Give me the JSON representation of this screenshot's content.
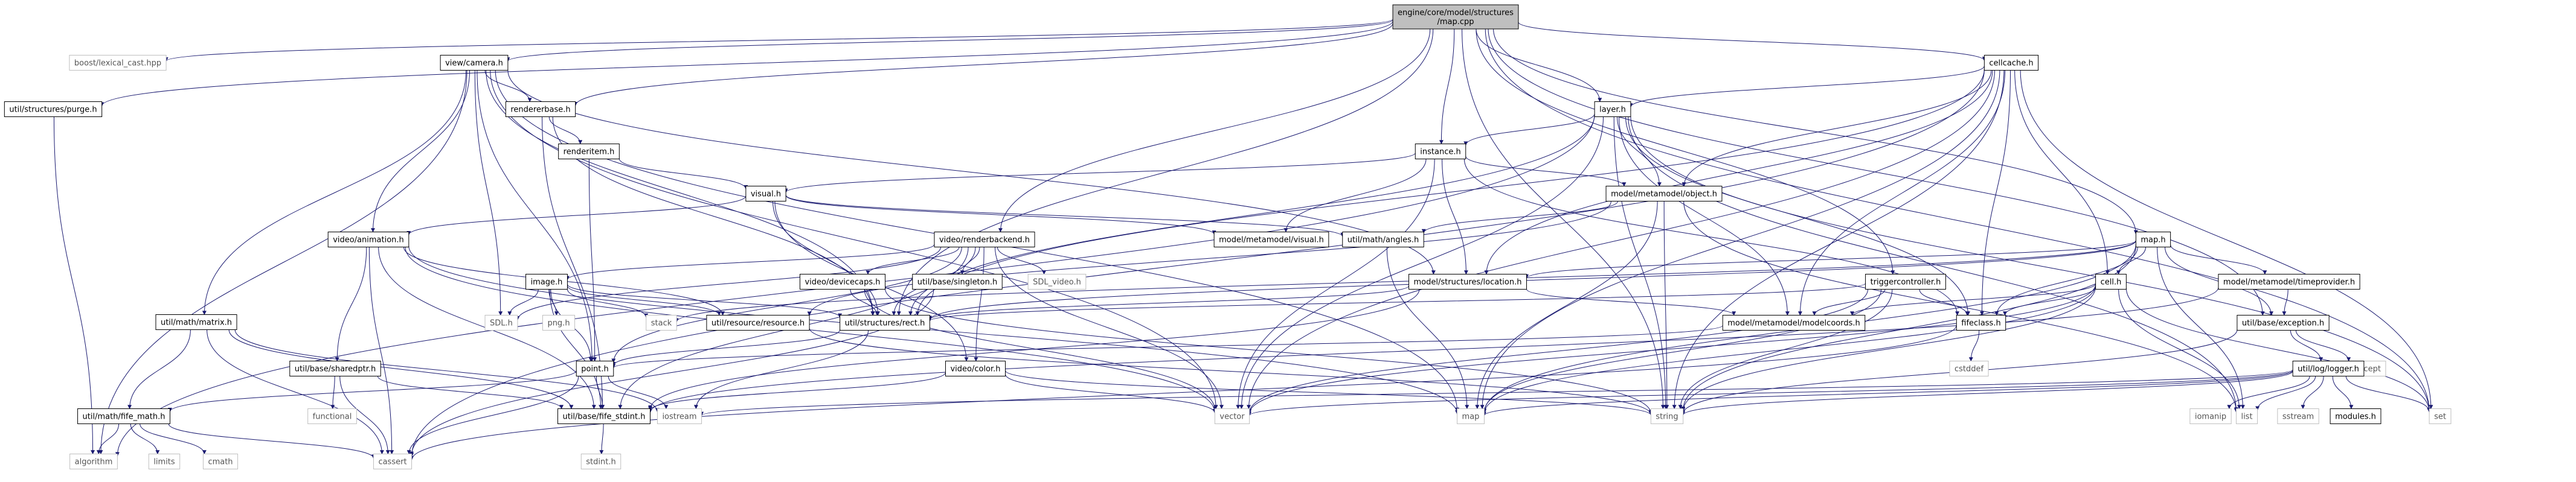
{
  "diagram": {
    "colors": {
      "edge": "#191970",
      "root_fill": "#bfbfbf",
      "node_border": "#000000",
      "external_border": "#bfbfbf"
    },
    "nodes": [
      {
        "id": "root",
        "lines": [
          "engine/core/model/structures",
          "/map.cpp"
        ],
        "kind": "root"
      },
      {
        "id": "lexical_cast",
        "lines": [
          "boost/lexical_cast.hpp"
        ],
        "kind": "gray"
      },
      {
        "id": "purge",
        "lines": [
          "util/structures/purge.h"
        ],
        "kind": "normal"
      },
      {
        "id": "camera",
        "lines": [
          "view/camera.h"
        ],
        "kind": "normal"
      },
      {
        "id": "rendererbase",
        "lines": [
          "rendererbase.h"
        ],
        "kind": "normal"
      },
      {
        "id": "renderitem",
        "lines": [
          "renderitem.h"
        ],
        "kind": "normal"
      },
      {
        "id": "visual",
        "lines": [
          "visual.h"
        ],
        "kind": "normal"
      },
      {
        "id": "animation",
        "lines": [
          "video/animation.h"
        ],
        "kind": "normal"
      },
      {
        "id": "matrix",
        "lines": [
          "util/math/matrix.h"
        ],
        "kind": "normal"
      },
      {
        "id": "fife_math",
        "lines": [
          "util/math/fife_math.h"
        ],
        "kind": "normal"
      },
      {
        "id": "algorithm",
        "lines": [
          "algorithm"
        ],
        "kind": "gray"
      },
      {
        "id": "limits",
        "lines": [
          "limits"
        ],
        "kind": "gray"
      },
      {
        "id": "cmath",
        "lines": [
          "cmath"
        ],
        "kind": "gray"
      },
      {
        "id": "cassert",
        "lines": [
          "cassert"
        ],
        "kind": "gray"
      },
      {
        "id": "sharedptr",
        "lines": [
          "util/base/sharedptr.h"
        ],
        "kind": "normal"
      },
      {
        "id": "functional",
        "lines": [
          "functional"
        ],
        "kind": "gray"
      },
      {
        "id": "point",
        "lines": [
          "point.h"
        ],
        "kind": "normal"
      },
      {
        "id": "fife_stdint",
        "lines": [
          "util/base/fife_stdint.h"
        ],
        "kind": "normal"
      },
      {
        "id": "stdint",
        "lines": [
          "stdint.h"
        ],
        "kind": "gray"
      },
      {
        "id": "iostream",
        "lines": [
          "iostream"
        ],
        "kind": "gray"
      },
      {
        "id": "image",
        "lines": [
          "image.h"
        ],
        "kind": "normal"
      },
      {
        "id": "SDL_h",
        "lines": [
          "SDL.h"
        ],
        "kind": "gray"
      },
      {
        "id": "png_h",
        "lines": [
          "png.h"
        ],
        "kind": "gray"
      },
      {
        "id": "stack",
        "lines": [
          "stack"
        ],
        "kind": "gray"
      },
      {
        "id": "resource",
        "lines": [
          "util/resource/resource.h"
        ],
        "kind": "normal"
      },
      {
        "id": "rect",
        "lines": [
          "util/structures/rect.h"
        ],
        "kind": "normal"
      },
      {
        "id": "renderbackend",
        "lines": [
          "video/renderbackend.h"
        ],
        "kind": "normal"
      },
      {
        "id": "devicecaps",
        "lines": [
          "video/devicecaps.h"
        ],
        "kind": "normal"
      },
      {
        "id": "singleton",
        "lines": [
          "util/base/singleton.h"
        ],
        "kind": "normal"
      },
      {
        "id": "SDL_video",
        "lines": [
          "SDL_video.h"
        ],
        "kind": "gray"
      },
      {
        "id": "color",
        "lines": [
          "video/color.h"
        ],
        "kind": "normal"
      },
      {
        "id": "vector",
        "lines": [
          "vector"
        ],
        "kind": "gray"
      },
      {
        "id": "map_std",
        "lines": [
          "map"
        ],
        "kind": "gray"
      },
      {
        "id": "string",
        "lines": [
          "string"
        ],
        "kind": "gray"
      },
      {
        "id": "instance",
        "lines": [
          "instance.h"
        ],
        "kind": "normal"
      },
      {
        "id": "layer",
        "lines": [
          "layer.h"
        ],
        "kind": "normal"
      },
      {
        "id": "mm_visual",
        "lines": [
          "model/metamodel/visual.h"
        ],
        "kind": "normal"
      },
      {
        "id": "object",
        "lines": [
          "model/metamodel/object.h"
        ],
        "kind": "normal"
      },
      {
        "id": "angles",
        "lines": [
          "util/math/angles.h"
        ],
        "kind": "normal"
      },
      {
        "id": "location",
        "lines": [
          "model/structures/location.h"
        ],
        "kind": "normal"
      },
      {
        "id": "modelcoords",
        "lines": [
          "model/metamodel/modelcoords.h"
        ],
        "kind": "normal"
      },
      {
        "id": "cellcache",
        "lines": [
          "cellcache.h"
        ],
        "kind": "normal"
      },
      {
        "id": "triggercontroller",
        "lines": [
          "triggercontroller.h"
        ],
        "kind": "normal"
      },
      {
        "id": "fifeclass",
        "lines": [
          "fifeclass.h"
        ],
        "kind": "normal"
      },
      {
        "id": "cstddef",
        "lines": [
          "cstddef"
        ],
        "kind": "gray"
      },
      {
        "id": "map_h",
        "lines": [
          "map.h"
        ],
        "kind": "normal"
      },
      {
        "id": "cell",
        "lines": [
          "cell.h"
        ],
        "kind": "normal"
      },
      {
        "id": "timeprovider",
        "lines": [
          "model/metamodel/timeprovider.h"
        ],
        "kind": "normal"
      },
      {
        "id": "exception",
        "lines": [
          "util/base/exception.h"
        ],
        "kind": "normal"
      },
      {
        "id": "stdexcept",
        "lines": [
          "stdexcept"
        ],
        "kind": "gray"
      },
      {
        "id": "logger",
        "lines": [
          "util/log/logger.h"
        ],
        "kind": "normal"
      },
      {
        "id": "iomanip",
        "lines": [
          "iomanip"
        ],
        "kind": "gray"
      },
      {
        "id": "list",
        "lines": [
          "list"
        ],
        "kind": "gray"
      },
      {
        "id": "sstream",
        "lines": [
          "sstream"
        ],
        "kind": "gray"
      },
      {
        "id": "modules",
        "lines": [
          "modules.h"
        ],
        "kind": "normal"
      },
      {
        "id": "set",
        "lines": [
          "set"
        ],
        "kind": "gray"
      }
    ],
    "edges": [
      [
        "root",
        "lexical_cast"
      ],
      [
        "root",
        "purge"
      ],
      [
        "root",
        "camera"
      ],
      [
        "root",
        "rendererbase"
      ],
      [
        "root",
        "instance"
      ],
      [
        "root",
        "layer"
      ],
      [
        "root",
        "renderbackend"
      ],
      [
        "root",
        "cellcache"
      ],
      [
        "root",
        "triggercontroller"
      ],
      [
        "root",
        "map_h"
      ],
      [
        "root",
        "exception"
      ],
      [
        "root",
        "rect"
      ],
      [
        "root",
        "string"
      ],
      [
        "root",
        "set"
      ],
      [
        "purge",
        "algorithm"
      ],
      [
        "camera",
        "rendererbase"
      ],
      [
        "camera",
        "animation"
      ],
      [
        "camera",
        "matrix"
      ],
      [
        "camera",
        "location"
      ],
      [
        "camera",
        "rect"
      ],
      [
        "camera",
        "point"
      ],
      [
        "camera",
        "SDL_h"
      ],
      [
        "camera",
        "map_std"
      ],
      [
        "camera",
        "algorithm"
      ],
      [
        "camera",
        "vector"
      ],
      [
        "rendererbase",
        "renderitem"
      ],
      [
        "rendererbase",
        "rect"
      ],
      [
        "rendererbase",
        "fife_stdint"
      ],
      [
        "renderitem",
        "visual"
      ],
      [
        "renderitem",
        "point"
      ],
      [
        "visual",
        "animation"
      ],
      [
        "visual",
        "mm_visual"
      ],
      [
        "visual",
        "angles"
      ],
      [
        "visual",
        "rect"
      ],
      [
        "visual",
        "color"
      ],
      [
        "animation",
        "resource"
      ],
      [
        "animation",
        "fife_stdint"
      ],
      [
        "animation",
        "sharedptr"
      ],
      [
        "animation",
        "cassert"
      ],
      [
        "animation",
        "vector"
      ],
      [
        "animation",
        "map_std"
      ],
      [
        "matrix",
        "fife_math"
      ],
      [
        "matrix",
        "cassert"
      ],
      [
        "matrix",
        "iostream"
      ],
      [
        "matrix",
        "fife_stdint"
      ],
      [
        "fife_math",
        "algorithm"
      ],
      [
        "fife_math",
        "limits"
      ],
      [
        "fife_math",
        "cmath"
      ],
      [
        "fife_math",
        "cassert"
      ],
      [
        "sharedptr",
        "functional"
      ],
      [
        "sharedptr",
        "cassert"
      ],
      [
        "sharedptr",
        "fife_stdint"
      ],
      [
        "point",
        "fife_math"
      ],
      [
        "point",
        "fife_stdint"
      ],
      [
        "point",
        "iostream"
      ],
      [
        "point",
        "cassert"
      ],
      [
        "fife_stdint",
        "stdint"
      ],
      [
        "image",
        "SDL_h"
      ],
      [
        "image",
        "png_h"
      ],
      [
        "image",
        "stack"
      ],
      [
        "image",
        "resource"
      ],
      [
        "image",
        "rect"
      ],
      [
        "image",
        "point"
      ],
      [
        "image",
        "fife_stdint"
      ],
      [
        "resource",
        "string"
      ],
      [
        "rect",
        "point"
      ],
      [
        "rect",
        "iostream"
      ],
      [
        "renderbackend",
        "image"
      ],
      [
        "renderbackend",
        "devicecaps"
      ],
      [
        "renderbackend",
        "singleton"
      ],
      [
        "renderbackend",
        "SDL_video"
      ],
      [
        "renderbackend",
        "color"
      ],
      [
        "renderbackend",
        "point"
      ],
      [
        "renderbackend",
        "rect"
      ],
      [
        "renderbackend",
        "vector"
      ],
      [
        "renderbackend",
        "SDL_h"
      ],
      [
        "renderbackend",
        "fife_stdint"
      ],
      [
        "devicecaps",
        "rect"
      ],
      [
        "devicecaps",
        "string"
      ],
      [
        "devicecaps",
        "vector"
      ],
      [
        "singleton",
        "cassert"
      ],
      [
        "color",
        "fife_stdint"
      ],
      [
        "color",
        "string"
      ],
      [
        "color",
        "vector"
      ],
      [
        "instance",
        "mm_visual"
      ],
      [
        "instance",
        "object"
      ],
      [
        "instance",
        "location"
      ],
      [
        "instance",
        "fifeclass"
      ],
      [
        "instance",
        "visual"
      ],
      [
        "instance",
        "vector"
      ],
      [
        "layer",
        "instance"
      ],
      [
        "layer",
        "object"
      ],
      [
        "layer",
        "modelcoords"
      ],
      [
        "layer",
        "rect"
      ],
      [
        "layer",
        "fifeclass"
      ],
      [
        "layer",
        "string"
      ],
      [
        "layer",
        "algorithm"
      ],
      [
        "layer",
        "list"
      ],
      [
        "layer",
        "vector"
      ],
      [
        "layer",
        "set"
      ],
      [
        "object",
        "angles"
      ],
      [
        "object",
        "resource"
      ],
      [
        "object",
        "string"
      ],
      [
        "object",
        "map_std"
      ],
      [
        "object",
        "list"
      ],
      [
        "angles",
        "map_std"
      ],
      [
        "location",
        "modelcoords"
      ],
      [
        "location",
        "rect"
      ],
      [
        "location",
        "fife_stdint"
      ],
      [
        "modelcoords",
        "point"
      ],
      [
        "cellcache",
        "layer"
      ],
      [
        "cellcache",
        "object"
      ],
      [
        "cellcache",
        "cell"
      ],
      [
        "cellcache",
        "location"
      ],
      [
        "cellcache",
        "rect"
      ],
      [
        "cellcache",
        "fifeclass"
      ],
      [
        "cellcache",
        "modelcoords"
      ],
      [
        "cellcache",
        "vector"
      ],
      [
        "cellcache",
        "map_std"
      ],
      [
        "cellcache",
        "set"
      ],
      [
        "cellcache",
        "string"
      ],
      [
        "cellcache",
        "cassert"
      ],
      [
        "triggercontroller",
        "fifeclass"
      ],
      [
        "triggercontroller",
        "modelcoords"
      ],
      [
        "triggercontroller",
        "rect"
      ],
      [
        "triggercontroller",
        "vector"
      ],
      [
        "triggercontroller",
        "map_std"
      ],
      [
        "triggercontroller",
        "string"
      ],
      [
        "fifeclass",
        "cstddef"
      ],
      [
        "fifeclass",
        "cassert"
      ],
      [
        "map_h",
        "cell"
      ],
      [
        "map_h",
        "timeprovider"
      ],
      [
        "map_h",
        "location"
      ],
      [
        "map_h",
        "fifeclass"
      ],
      [
        "map_h",
        "rect"
      ],
      [
        "map_h",
        "exception"
      ],
      [
        "map_h",
        "list"
      ],
      [
        "map_h",
        "string"
      ],
      [
        "map_h",
        "map_std"
      ],
      [
        "map_h",
        "stack"
      ],
      [
        "cell",
        "fifeclass"
      ],
      [
        "cell",
        "modelcoords"
      ],
      [
        "cell",
        "vector"
      ],
      [
        "cell",
        "string"
      ],
      [
        "cell",
        "list"
      ],
      [
        "cell",
        "map_std"
      ],
      [
        "cell",
        "set"
      ],
      [
        "timeprovider",
        "exception"
      ],
      [
        "timeprovider",
        "fife_stdint"
      ],
      [
        "exception",
        "logger"
      ],
      [
        "exception",
        "stdexcept"
      ],
      [
        "exception",
        "string"
      ],
      [
        "logger",
        "iomanip"
      ],
      [
        "logger",
        "list"
      ],
      [
        "logger",
        "sstream"
      ],
      [
        "logger",
        "modules"
      ],
      [
        "logger",
        "set"
      ],
      [
        "logger",
        "string"
      ],
      [
        "logger",
        "vector"
      ],
      [
        "logger",
        "map_std"
      ],
      [
        "logger",
        "iostream"
      ]
    ]
  }
}
